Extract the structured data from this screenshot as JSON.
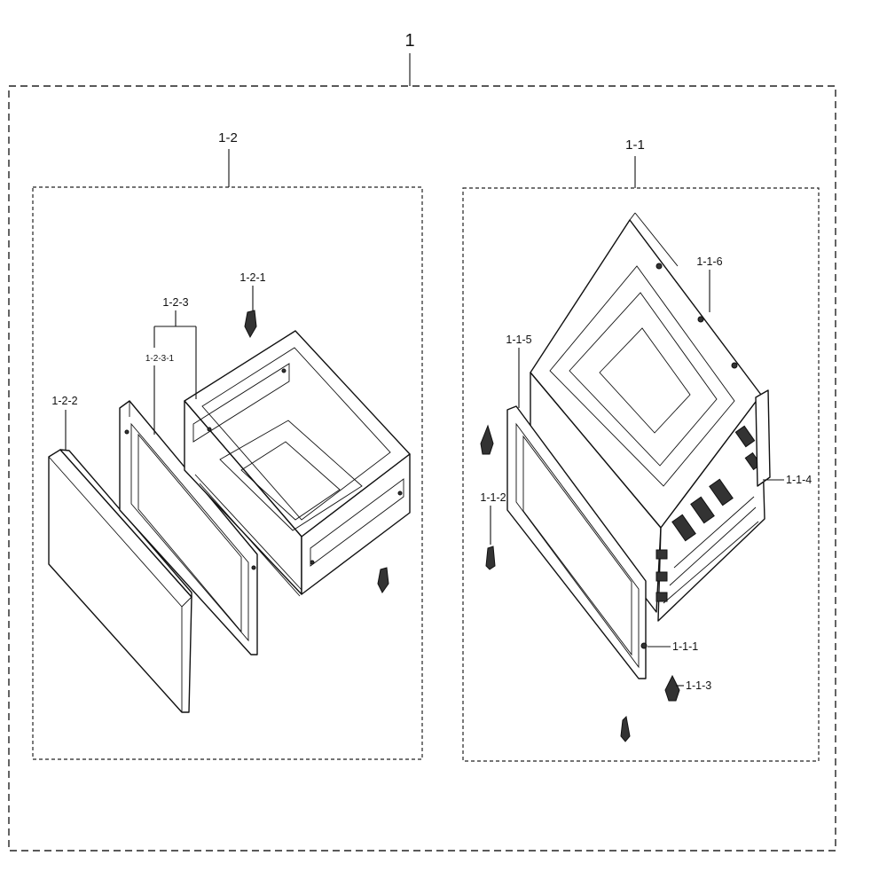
{
  "diagram": {
    "assembly": {
      "label": "1",
      "groups": [
        {
          "label": "1-2",
          "parts": [
            {
              "label": "1-2-1"
            },
            {
              "label": "1-2-2"
            },
            {
              "label": "1-2-3"
            },
            {
              "label": "1-2-3-1"
            }
          ]
        },
        {
          "label": "1-1",
          "parts": [
            {
              "label": "1-1-1"
            },
            {
              "label": "1-1-2"
            },
            {
              "label": "1-1-3"
            },
            {
              "label": "1-1-4"
            },
            {
              "label": "1-1-5"
            },
            {
              "label": "1-1-6"
            }
          ]
        }
      ]
    }
  }
}
